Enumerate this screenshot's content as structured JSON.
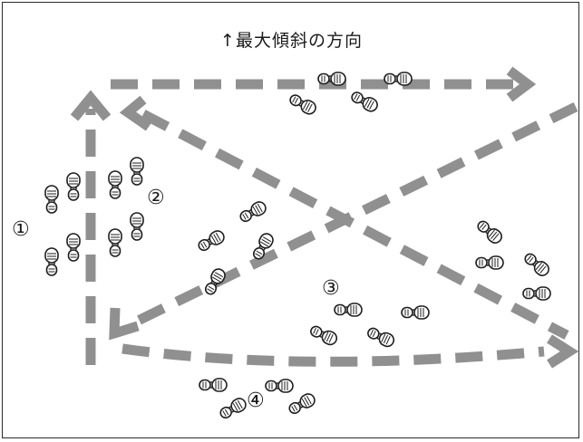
{
  "title": "↑最大傾斜の方向",
  "markers": [
    "①",
    "②",
    "③",
    "④"
  ],
  "colors": {
    "path": "#909090",
    "footprint_outline": "#1e1e1e",
    "footprint_fill": "#ffffff",
    "border": "#2a2a2a"
  },
  "icons": {
    "footprint": "shoe-sole-icon"
  }
}
